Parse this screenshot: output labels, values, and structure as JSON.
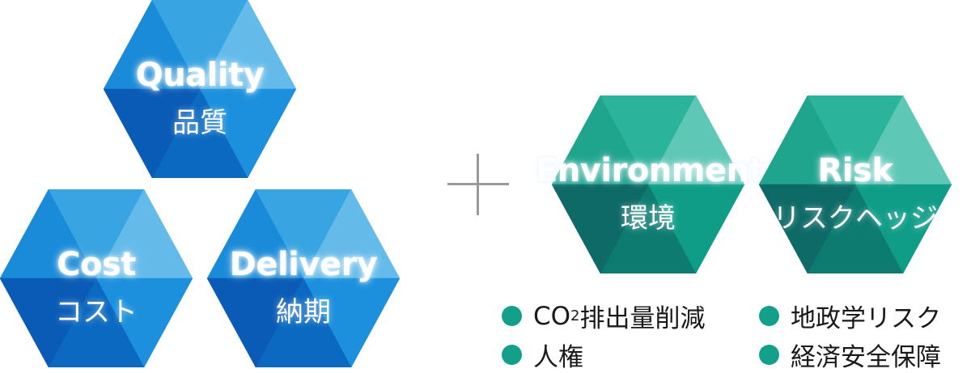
{
  "colors": {
    "blue": [
      "#1a8bd9",
      "#38a5e2",
      "#64bbea",
      "#1c90dd",
      "#0b69c1",
      "#0a5bb6"
    ],
    "teal": [
      "#1fa58e",
      "#2cb39c",
      "#5fc7b6",
      "#0f9d88",
      "#0e7b71",
      "#0d6a66"
    ],
    "bullet_dot": "#12a08b",
    "plus": "#9a9a9a"
  },
  "hexagons": [
    {
      "id": "quality",
      "en": "Quality",
      "ja": "品質",
      "theme": "blue"
    },
    {
      "id": "cost",
      "en": "Cost",
      "ja": "コスト",
      "theme": "blue"
    },
    {
      "id": "delivery",
      "en": "Delivery",
      "ja": "納期",
      "theme": "blue"
    },
    {
      "id": "environment",
      "en": "Environment",
      "ja": "環境",
      "theme": "teal"
    },
    {
      "id": "risk",
      "en": "Risk",
      "ja": "リスクヘッジ",
      "theme": "teal"
    }
  ],
  "operator": "+",
  "bullets": [
    {
      "prefix": "CO",
      "sub": "2",
      "text": "排出量削減"
    },
    {
      "text": "地政学リスク"
    },
    {
      "text": "人権"
    },
    {
      "text": "経済安全保障"
    }
  ]
}
